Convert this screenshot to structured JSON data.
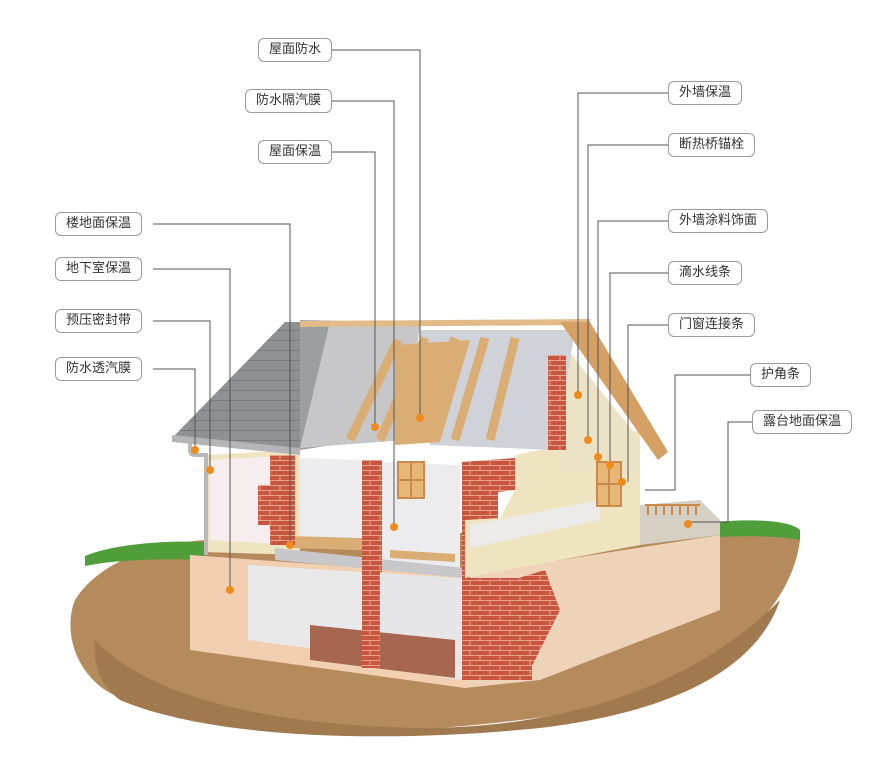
{
  "diagram": {
    "labels": {
      "roof_waterproof": "屋面防水",
      "waterproof_vapor_barrier": "防水隔汽膜",
      "roof_insulation": "屋面保温",
      "floor_insulation": "楼地面保温",
      "basement_insulation": "地下室保温",
      "precompressed_seal_tape": "预压密封带",
      "waterproof_breathable_membrane": "防水透汽膜",
      "exterior_wall_insulation": "外墙保温",
      "thermal_bridge_free_anchor": "断热桥锚栓",
      "exterior_wall_paint_finish": "外墙涂料饰面",
      "drip_edge_strip": "滴水线条",
      "window_door_connection_strip": "门窗连接条",
      "corner_guard_strip": "护角条",
      "terrace_floor_insulation": "露台地面保温"
    },
    "colors": {
      "roof_tiles": "#8f9092",
      "timber": "#d9ad73",
      "brick": "#c8553d",
      "insulation": "#efe7d6",
      "render": "#efe4c0",
      "grass": "#4f9e3a",
      "earth": "#b58a5c",
      "callout_dot": "#f08a1a",
      "leader_line": "#555555"
    }
  }
}
